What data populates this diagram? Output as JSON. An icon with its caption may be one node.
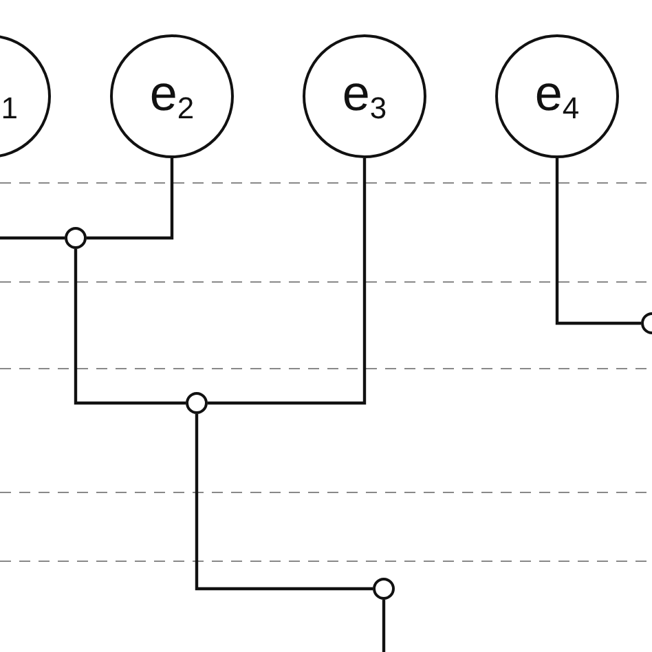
{
  "diagram": {
    "nodes": [
      {
        "text": [
          "$_{1}$"
        ]
      },
      {
        "text": [
          "e$_{2}$"
        ]
      },
      {
        "text": [
          "e$_{3}$"
        ]
      },
      {
        "text": [
          "e$_{4}$"
        ]
      },
      {
        "text": [],
        "shape": "circle"
      },
      {
        "text": [],
        "shape": "circle"
      },
      {
        "text": [],
        "shape": "circle"
      },
      {
        "text": [],
        "shape": "circle"
      }
    ],
    "edges": [
      {
        "from": 0,
        "to": 4,
        "arrow": "none"
      },
      {
        "from": 1,
        "to": 4,
        "arrow": "none"
      },
      {
        "from": 3,
        "to": 5,
        "arrow": "none"
      },
      {
        "from": 4,
        "to": 6,
        "arrow": "none"
      },
      {
        "from": 2,
        "to": 6,
        "arrow": "none"
      },
      {
        "from": 6,
        "to": 7,
        "arrow": "none"
      },
      {
        "from": 7,
        "to": null,
        "arrow": "none"
      }
    ]
  }
}
